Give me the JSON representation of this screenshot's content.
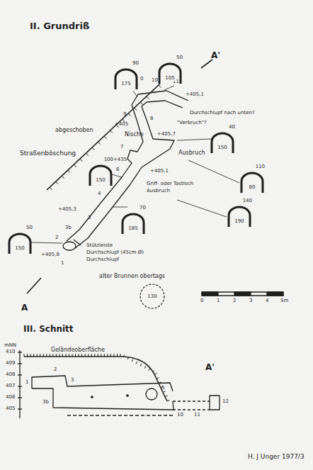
{
  "diagram": {
    "title": "II. Grundriß",
    "nodes": [
      {
        "text": [
          "90",
          "175"
        ]
      },
      {
        "text": [
          "50",
          "105"
        ]
      },
      {
        "text": [
          "40",
          "150"
        ]
      },
      {
        "text": [
          "110",
          "80"
        ]
      },
      {
        "text": [
          "100",
          "150"
        ]
      },
      {
        "text": [
          "140",
          "190"
        ]
      },
      {
        "text": [
          "70",
          "185"
        ]
      },
      {
        "text": [
          "50",
          "150"
        ]
      },
      {
        "text": [
          "130"
        ]
      }
    ],
    "labels": [
      "A'",
      "A",
      "Straßenböschung",
      "abgeschoben",
      "Durchschlupf nach unten?",
      "Nische",
      "\"Verbruch\"?",
      "Ausbruch",
      "Griff- oder Tastloch",
      "Ausbruch",
      "Stützleiste",
      "Durchschlupf (45cm Ø)",
      "Durchschlupf",
      "alter Brunnen obertags",
      "0",
      "1",
      "2",
      "3",
      "4",
      "5m",
      "III. Schnitt",
      "mNN",
      "410",
      "409",
      "408",
      "407",
      "406",
      "405",
      "Geländeoberfläche",
      "A'",
      "H. J Unger 1977/3",
      "+405",
      "+405,1",
      "+405,7",
      "+435",
      "+405,1",
      "+405,3",
      "+405,8",
      "0",
      "10",
      "11",
      "9",
      "8",
      "7",
      "6",
      "4",
      "3",
      "3b",
      "2",
      "1",
      "1",
      "2",
      "3",
      "3b",
      "5",
      "10",
      "11",
      "12"
    ]
  }
}
